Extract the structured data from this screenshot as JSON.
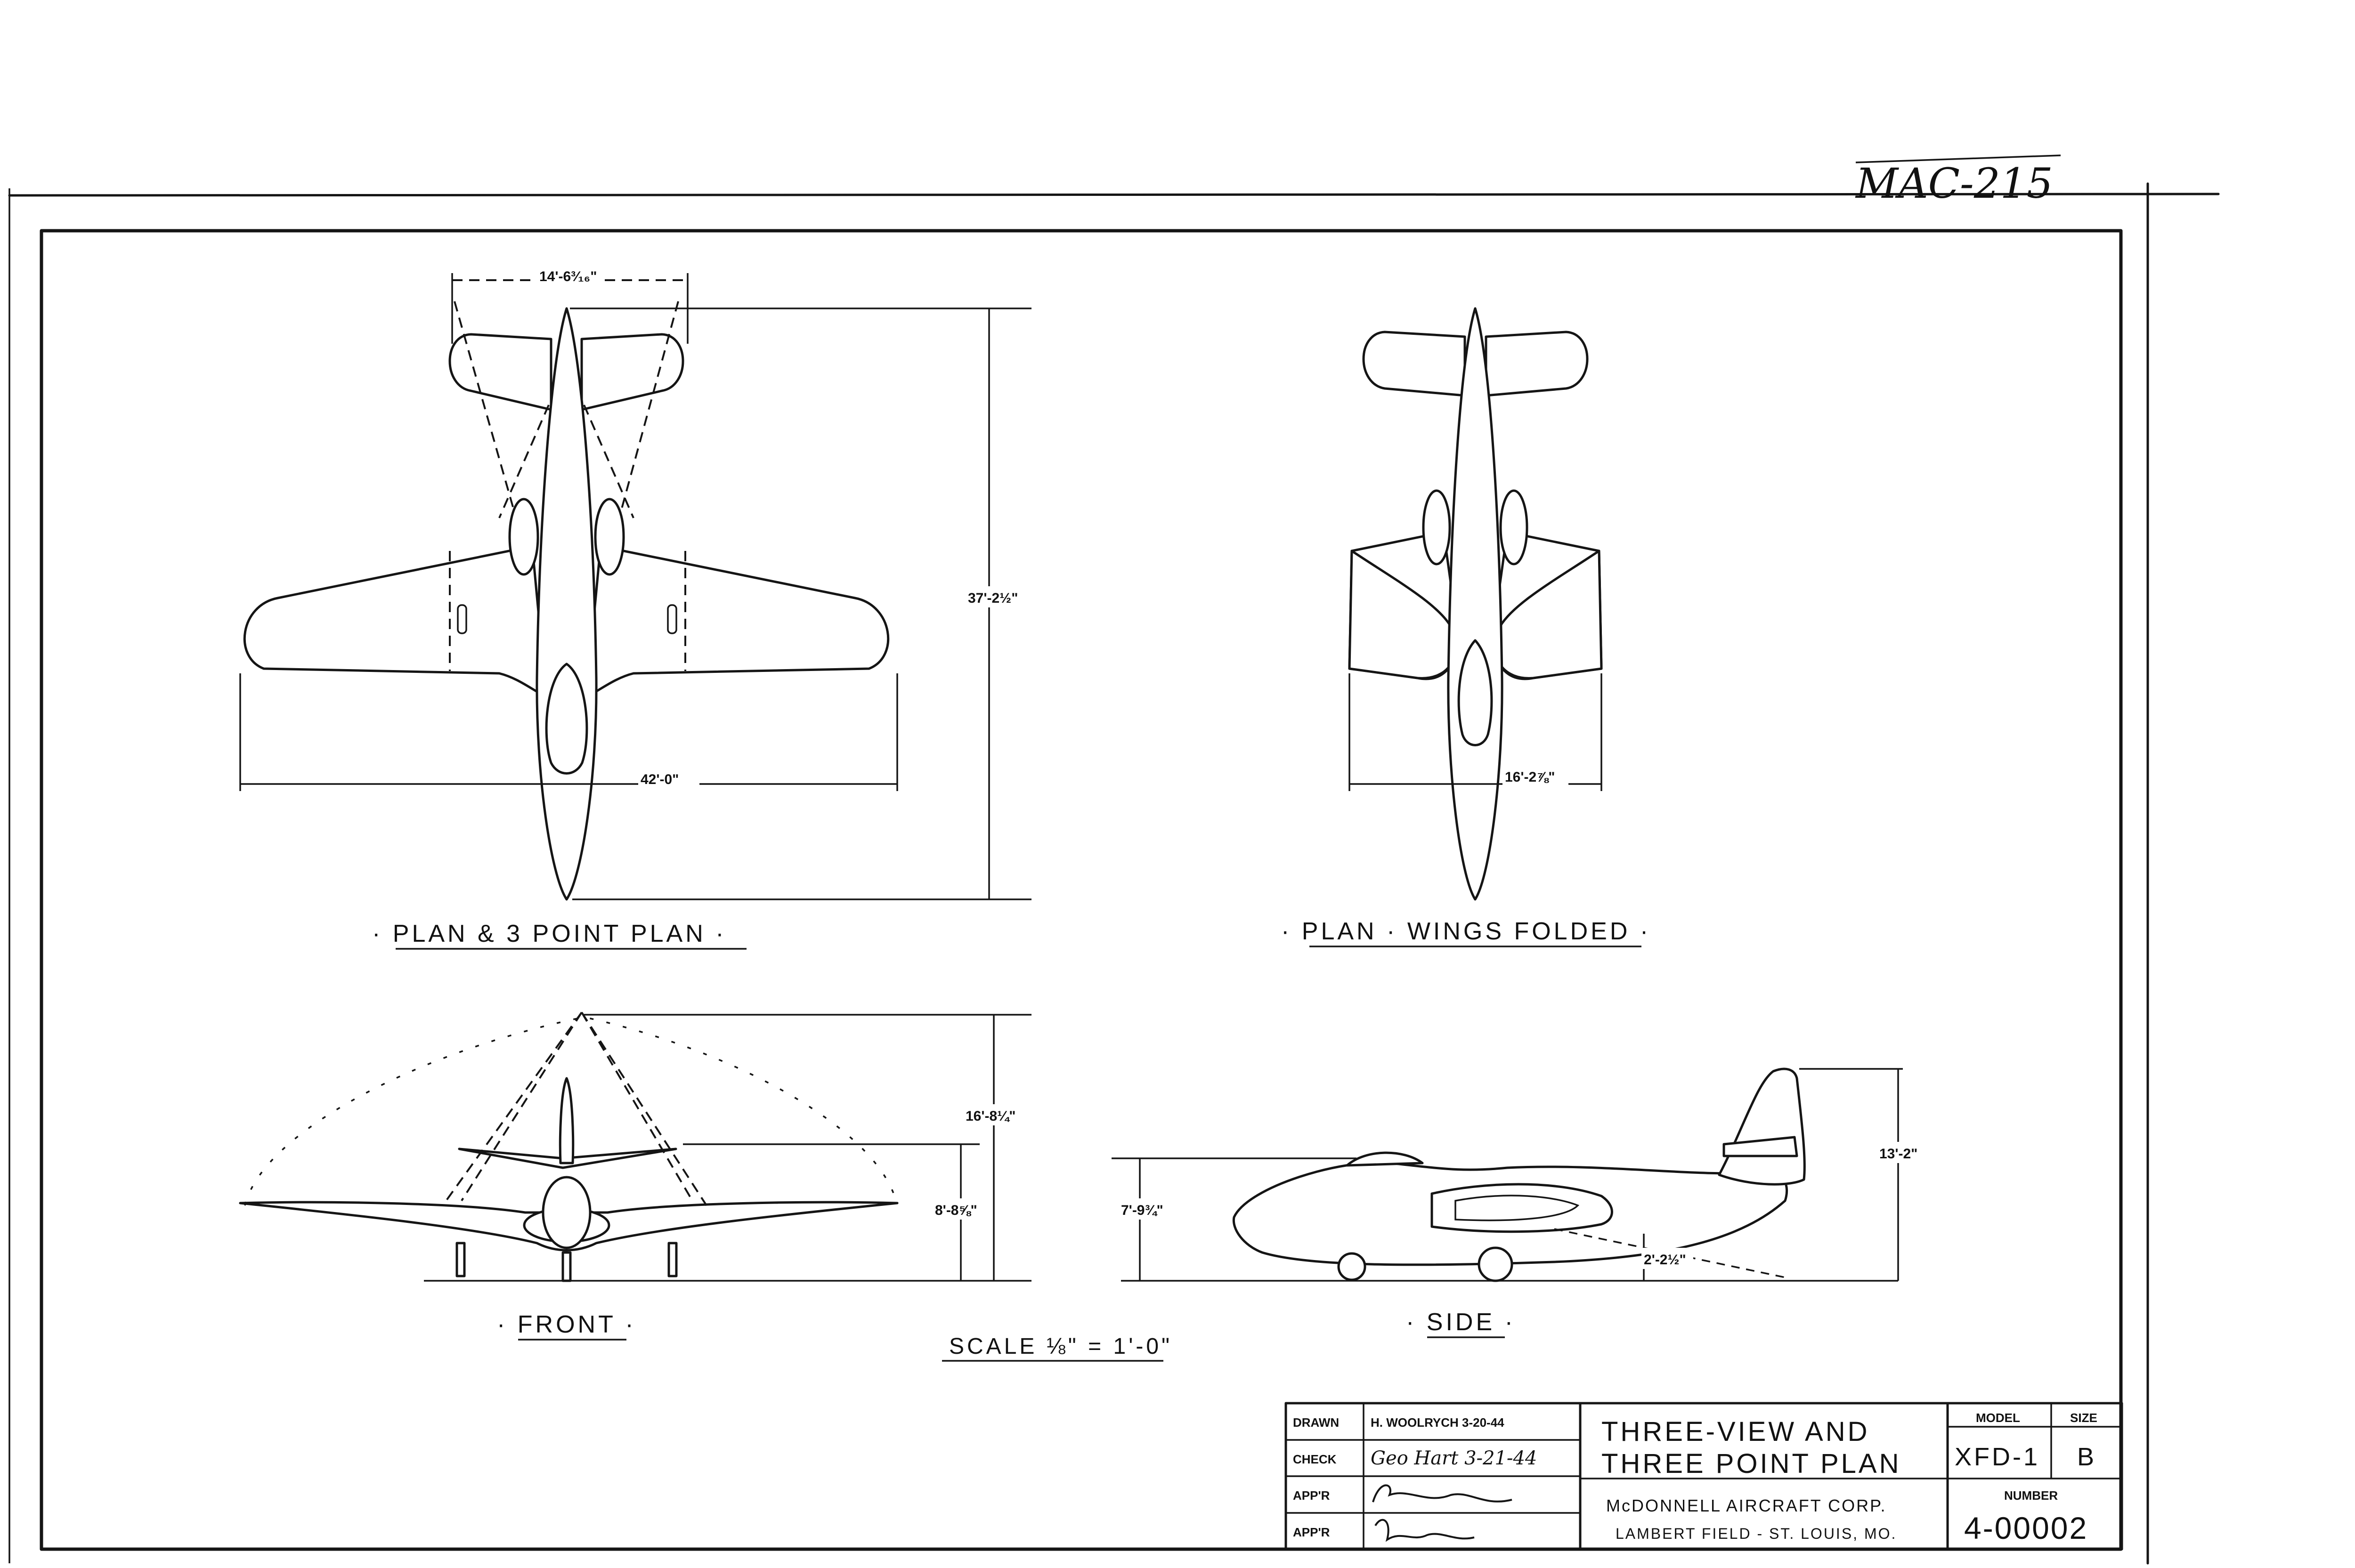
{
  "header": {
    "mark": "MAC-215"
  },
  "views": {
    "plan": {
      "title": "· PLAN & 3 POINT PLAN ·",
      "span": "42'-0\"",
      "length": "37'-2½\"",
      "tail_span": "14'-6³⁄₁₆\""
    },
    "plan_folded": {
      "title": "· PLAN · WINGS FOLDED ·",
      "folded_span": "16'-2⅞\""
    },
    "front": {
      "title": "· FRONT ·",
      "height_high": "16'-8¼\"",
      "height": "8'-8⅝\""
    },
    "side": {
      "title": "· SIDE ·",
      "height": "13'-2\"",
      "fuselage_height": "7'-9¾\"",
      "ground": "2'-2½\""
    }
  },
  "scale": {
    "label": "SCALE ⅛\" = 1'-0\""
  },
  "title_block": {
    "drawn_label": "DRAWN",
    "drawn_value": "H. WOOLRYCH  3-20-44",
    "check_label": "CHECK",
    "check_value": "Geo Hart  3-21-44",
    "appr1_label": "APP'R",
    "appr2_label": "APP'R",
    "title_line1": "THREE-VIEW  AND",
    "title_line2": "THREE POINT PLAN",
    "company_line1": "McDONNELL AIRCRAFT CORP.",
    "company_line2": "LAMBERT FIELD - ST. LOUIS, MO.",
    "model_label": "MODEL",
    "model_value": "XFD-1",
    "size_label": "SIZE",
    "size_value": "B",
    "number_label": "NUMBER",
    "number_value": "4-00002"
  }
}
